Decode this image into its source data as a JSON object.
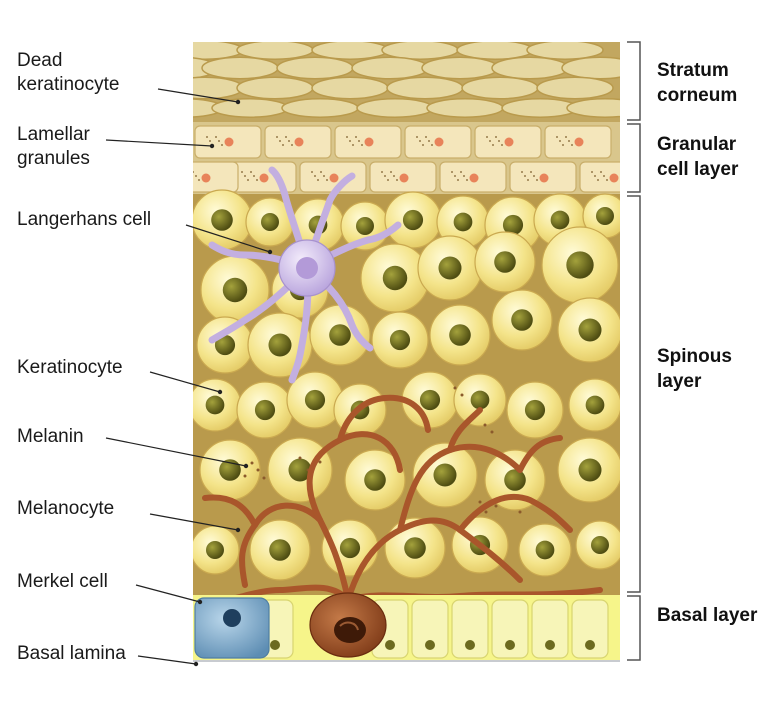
{
  "left_labels": [
    {
      "key": "dead",
      "lines": [
        "Dead",
        "keratinocyte"
      ]
    },
    {
      "key": "lamellar",
      "lines": [
        "Lamellar",
        "granules"
      ]
    },
    {
      "key": "langerhans",
      "lines": [
        "Langerhans cell"
      ]
    },
    {
      "key": "keratinocyte",
      "lines": [
        "Keratinocyte"
      ]
    },
    {
      "key": "melanin",
      "lines": [
        "Melanin"
      ]
    },
    {
      "key": "melanocyte",
      "lines": [
        "Melanocyte"
      ]
    },
    {
      "key": "merkel",
      "lines": [
        "Merkel cell"
      ]
    },
    {
      "key": "lamina",
      "lines": [
        "Basal lamina"
      ]
    }
  ],
  "right_labels": [
    {
      "key": "corneum",
      "lines": [
        "Stratum",
        "corneum"
      ]
    },
    {
      "key": "granular",
      "lines": [
        "Granular",
        "cell layer"
      ]
    },
    {
      "key": "spinous",
      "lines": [
        "Spinous",
        "layer"
      ]
    },
    {
      "key": "basal",
      "lines": [
        "Basal layer"
      ]
    }
  ],
  "colors": {
    "matrix": "#b99a4c",
    "corneum": "#c2a760",
    "flat_cell": "#e3d49c",
    "granular_cell": "#f4e4b9",
    "keratinocyte": "#f1e07a",
    "nucleus": "#6c6a1f",
    "melanocyte": "#a9562b",
    "langerhans": "#cbb9e6",
    "merkel": "#7aa6c8",
    "basal_cell": "#f5f2a2",
    "lamina": "#c8cbd0",
    "bracket": "#555555",
    "leader": "#222222"
  }
}
